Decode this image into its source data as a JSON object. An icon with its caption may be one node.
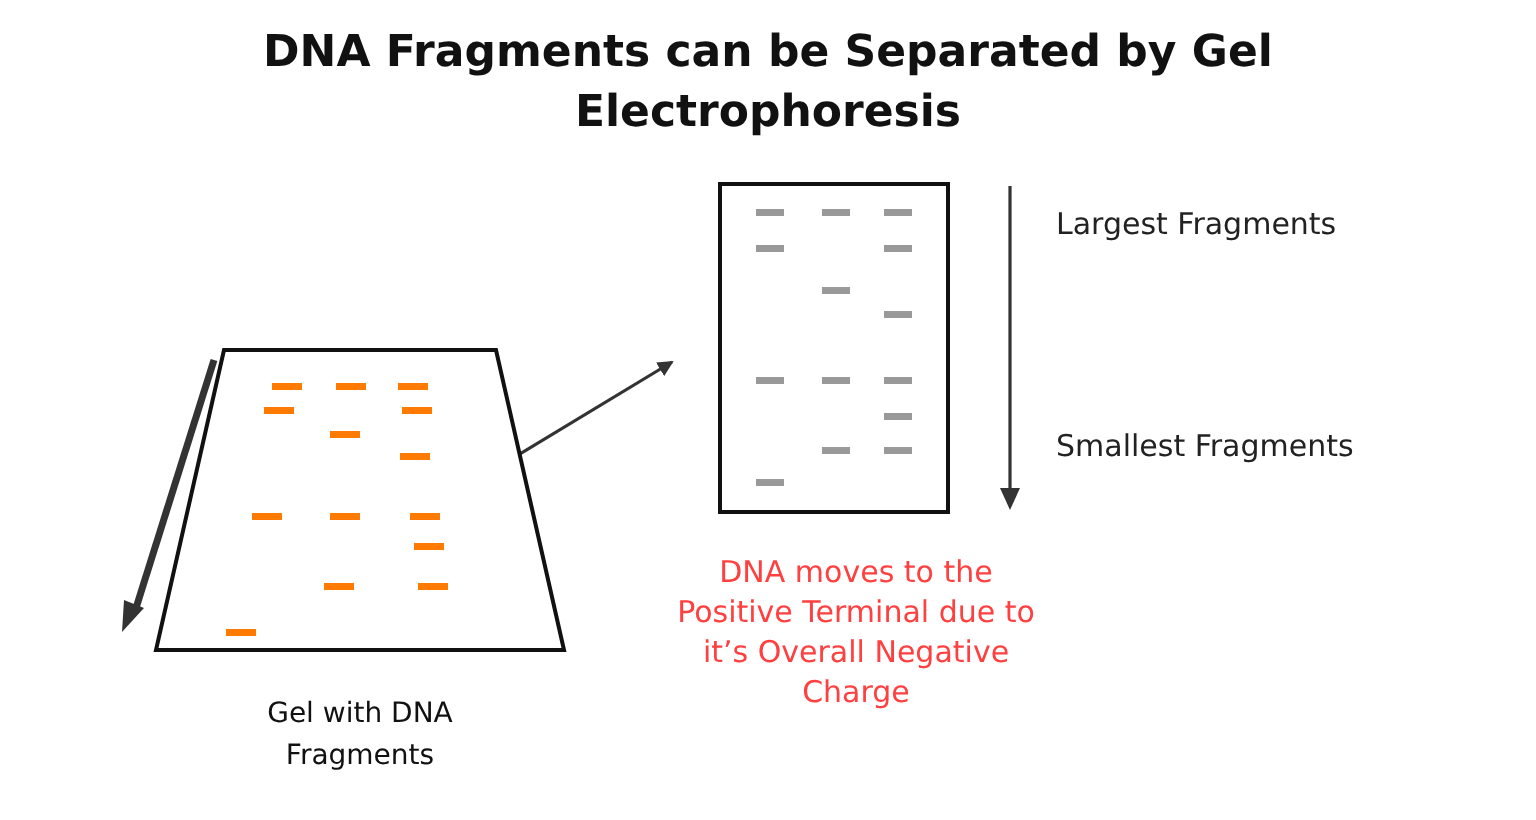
{
  "diagram": {
    "title": "DNA Fragments can be Separated by Gel Electrophoresis",
    "nodes": [
      {
        "text": [
          "Gel with DNA Fragments"
        ]
      },
      {
        "text": [],
        "shape": "box"
      }
    ],
    "edges": [
      {
        "from": 0,
        "to": 1,
        "arrow": "to"
      }
    ],
    "labels": [
      "Largest Fragments",
      "Smallest Fragments",
      "DNA moves to the Positive Terminal due to it’s Overall Negative Charge"
    ]
  }
}
